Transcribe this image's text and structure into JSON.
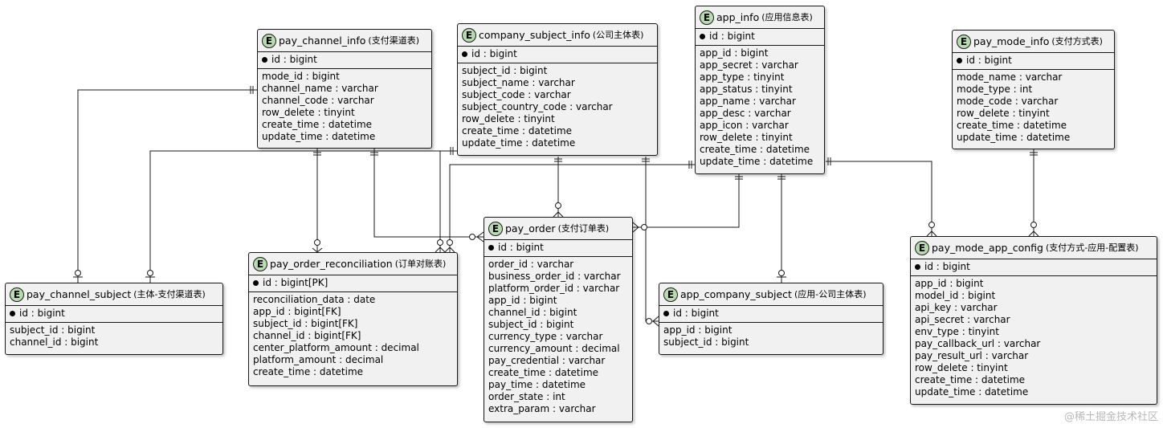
{
  "entities": {
    "pay_channel_info": {
      "badge": "E",
      "name": "pay_channel_info",
      "cn": "(支付渠道表)",
      "pk": "id : bigint",
      "attributes": [
        "mode_id : bigint",
        "channel_name : varchar",
        "channel_code : varchar",
        "row_delete : tinyint",
        "create_time : datetime",
        "update_time : datetime"
      ]
    },
    "company_subject_info": {
      "badge": "E",
      "name": "company_subject_info",
      "cn": "(公司主体表)",
      "pk": "id : bigint",
      "attributes": [
        "subject_id : bigint",
        "subject_name : varchar",
        "subject_code : varchar",
        "subject_country_code : varchar",
        "row_delete : tinyint",
        "create_time : datetime",
        "update_time : datetime"
      ]
    },
    "app_info": {
      "badge": "E",
      "name": "app_info",
      "cn": "(应用信息表)",
      "pk": "id : bigint",
      "attributes": [
        "app_id : bigint",
        "app_secret : varchar",
        "app_type : tinyint",
        "app_status : tinyint",
        "app_name : varchar",
        "app_desc : varchar",
        "app_icon : varchar",
        "row_delete : tinyint",
        "create_time : datetime",
        "update_time : datetime"
      ]
    },
    "pay_mode_info": {
      "badge": "E",
      "name": "pay_mode_info",
      "cn": "(支付方式表)",
      "pk": "id : bigint",
      "attributes": [
        "mode_name : varchar",
        "mode_type : int",
        "mode_code : varchar",
        "row_delete : tinyint",
        "create_time : datetime",
        "update_time : datetime"
      ]
    },
    "pay_channel_subject": {
      "badge": "E",
      "name": "pay_channel_subject",
      "cn": "(主体-支付渠道表)",
      "pk": "id : bigint",
      "attributes": [
        "subject_id : bigint",
        "channel_id : bigint"
      ]
    },
    "pay_order_reconciliation": {
      "badge": "E",
      "name": "pay_order_reconciliation",
      "cn": "(订单对账表)",
      "pk": "id : bigint[PK]",
      "attributes": [
        "reconciliation_data : date",
        "app_id : bigint[FK]",
        "subject_id : bigint[FK]",
        "channel_id : bigint[FK]",
        "center_platform_amount : decimal",
        "platform_amount : decimal",
        "create_time : datetime"
      ]
    },
    "pay_order": {
      "badge": "E",
      "name": "pay_order",
      "cn": "(支付订单表)",
      "pk": "id : bigint",
      "attributes": [
        "order_id : varchar",
        "business_order_id : varchar",
        "platform_order_id : varchar",
        "app_id : bigint",
        "channel_id : bigint",
        "subject_id : bigint",
        "currency_type : varchar",
        "currency_amount : decimal",
        "pay_credential : varchar",
        "create_time : datetime",
        "pay_time : datetime",
        "order_state : int",
        "extra_param : varchar"
      ]
    },
    "app_company_subject": {
      "badge": "E",
      "name": "app_company_subject",
      "cn": "(应用-公司主体表)",
      "pk": "id : bigint",
      "attributes": [
        "app_id : bigint",
        "subject_id : bigint"
      ]
    },
    "pay_mode_app_config": {
      "badge": "E",
      "name": "pay_mode_app_config",
      "cn": "(支付方式-应用-配置表)",
      "pk": "id : bigint",
      "attributes": [
        "app_id : bigint",
        "model_id : bigint",
        "api_key : varchar",
        "api_secret : varchar",
        "env_type : tinyint",
        "pay_callback_url : varchar",
        "pay_result_url : varchar",
        "row_delete : tinyint",
        "create_time : datetime",
        "update_time : datetime"
      ]
    }
  },
  "watermark": "@稀土掘金技术社区",
  "colors": {
    "entity_fill": "#f1f1f1",
    "badge_fill": "#b8dab0",
    "line": "#181818"
  }
}
